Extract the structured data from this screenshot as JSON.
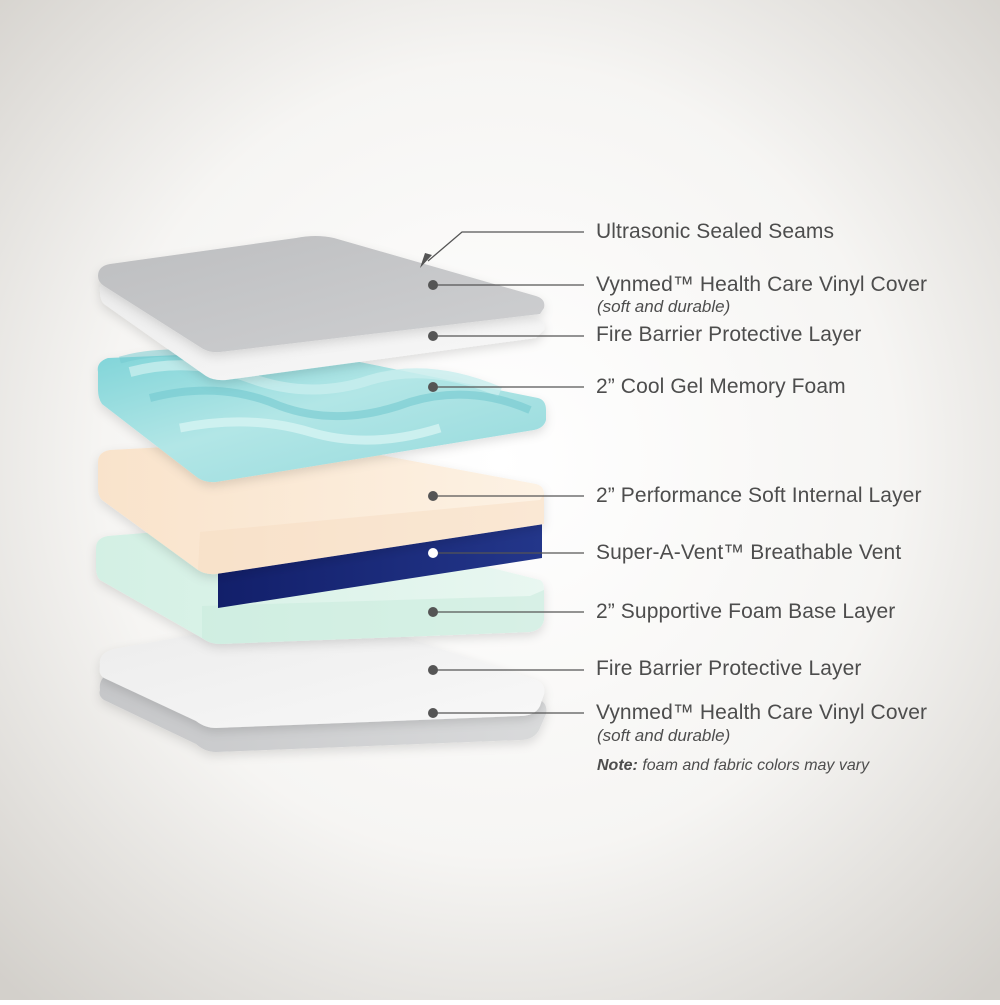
{
  "colors": {
    "background_center": "#ffffff",
    "background_edge": "#d3d0cb",
    "vinyl_cover": "#c4c5c7",
    "fire_barrier": "#f2f2f2",
    "gel_foam": "#9fdcdf",
    "soft_layer": "#fbe9d6",
    "vent": "#182a78",
    "base_layer": "#dcf3ea",
    "leader_line": "#555555"
  },
  "labels": [
    {
      "text": "Ultrasonic Sealed Seams"
    },
    {
      "text": "Vynmed™ Health Care Vinyl Cover",
      "sub": "(soft and durable)"
    },
    {
      "text": "Fire Barrier Protective Layer"
    },
    {
      "text": "2” Cool Gel Memory Foam"
    },
    {
      "text": "2” Performance Soft Internal Layer"
    },
    {
      "text": "Super-A-Vent™ Breathable Vent"
    },
    {
      "text": "2” Supportive Foam Base Layer"
    },
    {
      "text": "Fire Barrier Protective Layer"
    },
    {
      "text": "Vynmed™ Health Care Vinyl Cover",
      "sub": "(soft and durable)"
    }
  ],
  "note": {
    "prefix": "Note:",
    "text": " foam and fabric colors may vary"
  }
}
